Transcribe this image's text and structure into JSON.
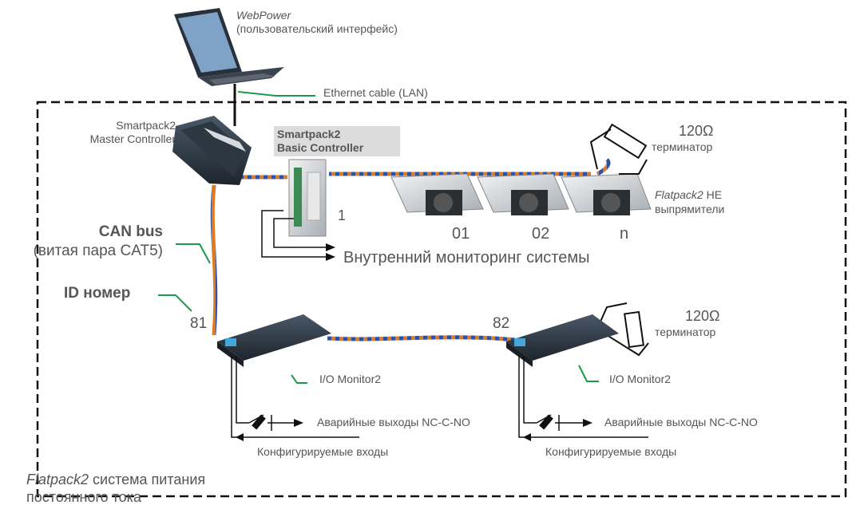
{
  "laptop": {
    "name": "WebPower",
    "desc": "(пользовательский интерфейс)"
  },
  "ethernet": {
    "label": "Ethernet cable (LAN)"
  },
  "master": {
    "line1": "Smartpack2",
    "line2": "Master Controller"
  },
  "basic": {
    "line1": "Smartpack2",
    "line2": "Basic Controller",
    "id": "1"
  },
  "can": {
    "title": "CAN bus",
    "sub": "(витая пара CAT5)"
  },
  "id_label": "ID номер",
  "rectifiers": {
    "name": "Flatpack2",
    "name_suffix": " HE",
    "desc": "выпрямители",
    "ids": [
      "01",
      "02",
      "n"
    ]
  },
  "terminator": {
    "value": "120Ω",
    "label": "терминатор"
  },
  "internal_monitoring": "Внутренний мониторинг системы",
  "io_monitors": [
    {
      "id": "81",
      "name": "I/O Monitor2",
      "alarm": "Аварийные выходы NC-C-NO",
      "inputs": "Конфигурируемые входы"
    },
    {
      "id": "82",
      "name": "I/O Monitor2",
      "alarm": "Аварийные выходы NC-C-NO",
      "inputs": "Конфигурируемые входы"
    }
  ],
  "system": {
    "name": "Flatpack2",
    "desc": " система питания",
    "line2": "постоянного тока"
  },
  "colors": {
    "leader": "#1a9a4a",
    "cable_orange": "#e07a1e",
    "cable_blue": "#3050a0",
    "device_dark": "#2a3340",
    "device_light": "#cfd3d6"
  }
}
